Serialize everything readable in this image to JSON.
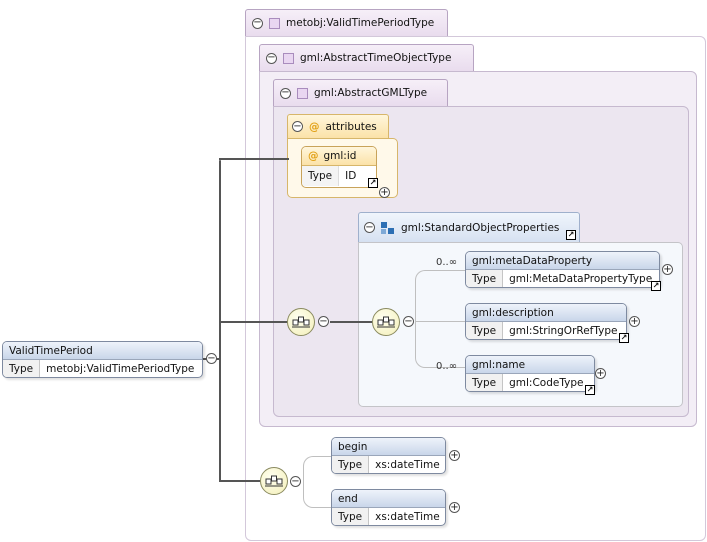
{
  "root": {
    "name": "ValidTimePeriod",
    "type_label": "Type",
    "type_value": "metobj:ValidTimePeriodType"
  },
  "types": {
    "valid_time_period_type": "metobj:ValidTimePeriodType",
    "abstract_time_object_type": "gml:AbstractTimeObjectType",
    "abstract_gml_type": "gml:AbstractGMLType"
  },
  "attributes": {
    "title": "attributes",
    "id": {
      "name": "gml:id",
      "type_label": "Type",
      "type_value": "ID"
    }
  },
  "standard_object_properties": {
    "title": "gml:StandardObjectProperties",
    "items": [
      {
        "name": "gml:metaDataProperty",
        "type_label": "Type",
        "type_value": "gml:MetaDataPropertyType",
        "cardinality": "0..∞"
      },
      {
        "name": "gml:description",
        "type_label": "Type",
        "type_value": "gml:StringOrRefType",
        "cardinality": ""
      },
      {
        "name": "gml:name",
        "type_label": "Type",
        "type_value": "gml:CodeType",
        "cardinality": "0..∞"
      }
    ]
  },
  "time_elements": [
    {
      "name": "begin",
      "type_label": "Type",
      "type_value": "xs:dateTime"
    },
    {
      "name": "end",
      "type_label": "Type",
      "type_value": "xs:dateTime"
    }
  ],
  "symbols": {
    "attribute": "@",
    "collapse": "−",
    "expand": "+",
    "reference": "↗"
  }
}
